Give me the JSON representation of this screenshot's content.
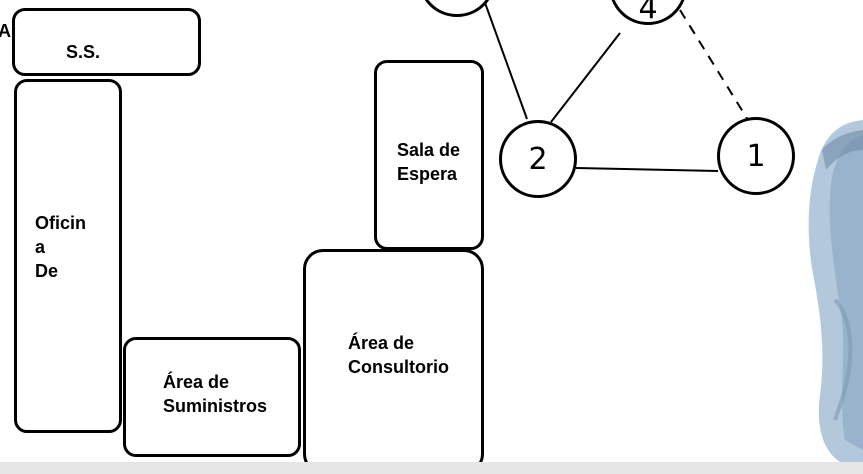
{
  "floor_plan": {
    "cut_letter": "A",
    "rooms": [
      {
        "id": "ss",
        "lines": [
          "S.S."
        ]
      },
      {
        "id": "oficina",
        "lines": [
          "Oficin",
          "a",
          "De"
        ]
      },
      {
        "id": "suministros",
        "lines": [
          "Área de",
          "Suministros"
        ]
      },
      {
        "id": "consultorio",
        "lines": [
          "Área de",
          "Consultorio"
        ]
      },
      {
        "id": "sala",
        "lines": [
          "Sala de",
          "Espera"
        ]
      }
    ]
  },
  "graph": {
    "nodes": [
      {
        "id": "n4",
        "label": "4"
      },
      {
        "id": "n2",
        "label": "2"
      },
      {
        "id": "n1",
        "label": "1"
      },
      {
        "id": "n3",
        "label": ""
      }
    ],
    "edges": [
      {
        "from": "n3",
        "to": "n2",
        "style": "solid"
      },
      {
        "from": "n4",
        "to": "n2",
        "style": "solid"
      },
      {
        "from": "n2",
        "to": "n1",
        "style": "solid"
      },
      {
        "from": "n4",
        "to": "n1",
        "style": "dashed"
      }
    ]
  },
  "colors": {
    "stroke": "#000000",
    "footer_strip": "#e6e6e6",
    "photo_tint": "#a9bfd6"
  }
}
